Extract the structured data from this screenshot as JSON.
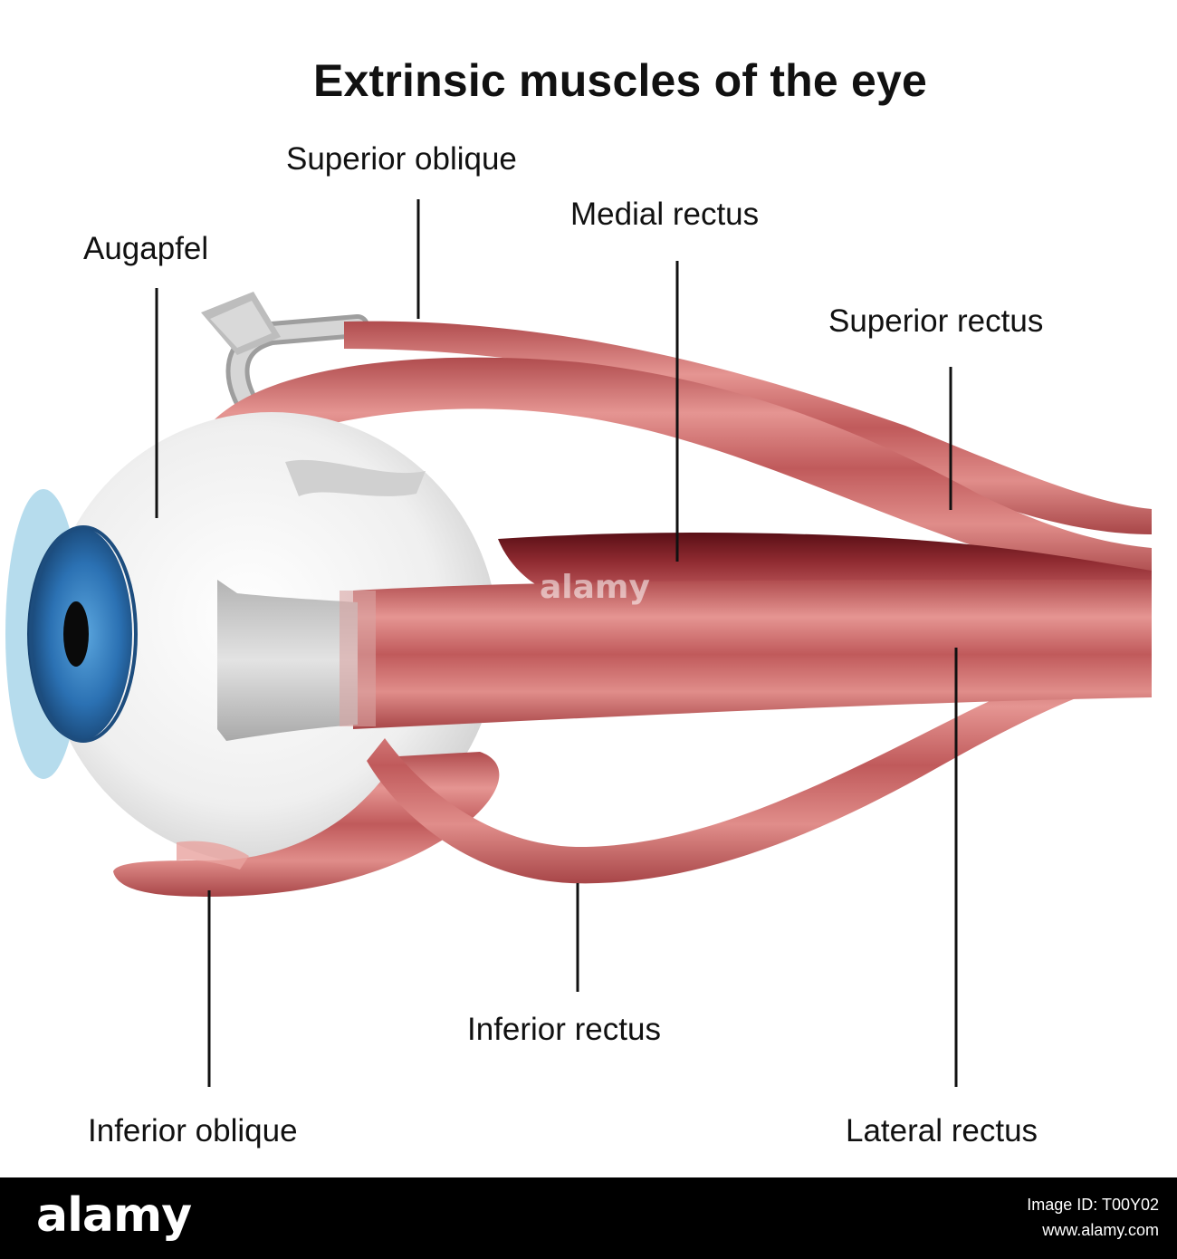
{
  "title": "Extrinsic muscles of the eye",
  "labels": {
    "superior_oblique": "Superior oblique",
    "medial_rectus": "Medial rectus",
    "augapfel": "Augapfel",
    "superior_rectus": "Superior rectus",
    "inferior_rectus": "Inferior rectus",
    "inferior_oblique": "Inferior oblique",
    "lateral_rectus": "Lateral rectus"
  },
  "watermark": "alamy",
  "footer": {
    "brand": "alamy",
    "image_id": "Image ID: T00Y02",
    "site": "www.alamy.com"
  },
  "colors": {
    "muscle": "#c8605f",
    "muscle_light": "#e69a95",
    "tendon": "#c9c9c9",
    "sclera": "#f2f2f2",
    "iris": "#2a6fb0"
  }
}
